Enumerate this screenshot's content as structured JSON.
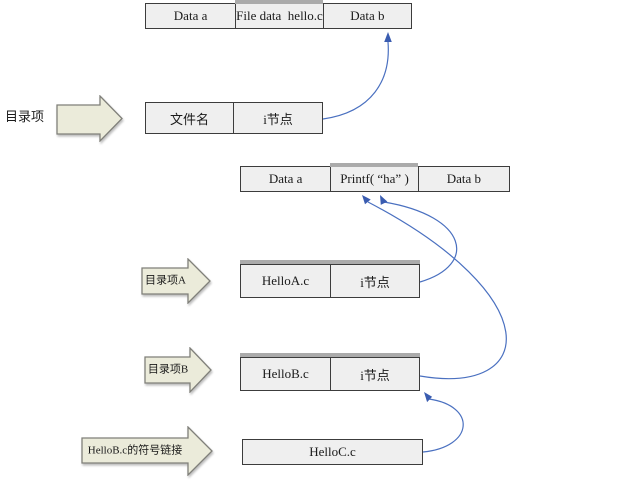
{
  "colors": {
    "cell_fill": "#efefef",
    "cell_border": "#3c3c3c",
    "block_arrow_fill": "#ebebda",
    "block_arrow_border": "#80807a",
    "connector_blue": "#4a70c0",
    "shadow_band_gray": "#ababab",
    "background": "#ffffff"
  },
  "labels": {
    "dir_entry": "目录项",
    "dir_entry_a": "目录项A",
    "dir_entry_b": "目录项B",
    "symlink": "HelloB.c的符号链接"
  },
  "tables": {
    "top_file": {
      "cells": [
        "Data a",
        "File data  hello.c",
        "Data b"
      ]
    },
    "dir_entry_record": {
      "cells": [
        "文件名",
        "i节点"
      ]
    },
    "shared_file": {
      "cells": [
        "Data a",
        "Printf( “ha” )",
        "Data b"
      ]
    },
    "dir_a_record": {
      "cells": [
        "HelloA.c",
        "i节点"
      ]
    },
    "dir_b_record": {
      "cells": [
        "HelloB.c",
        "i节点"
      ]
    },
    "symlink_target": {
      "cells": [
        "HelloC.c"
      ]
    }
  },
  "connectors": [
    {
      "from": "i节点 (文件名)",
      "to": "Data b (file data hello.c)"
    },
    {
      "from": "i节点 (HelloA.c)",
      "to": "Printf( “ha” )"
    },
    {
      "from": "i节点 (HelloB.c)",
      "to": "Printf( “ha” )"
    },
    {
      "from": "HelloC.c",
      "to": "i节点 (HelloB.c)"
    }
  ]
}
